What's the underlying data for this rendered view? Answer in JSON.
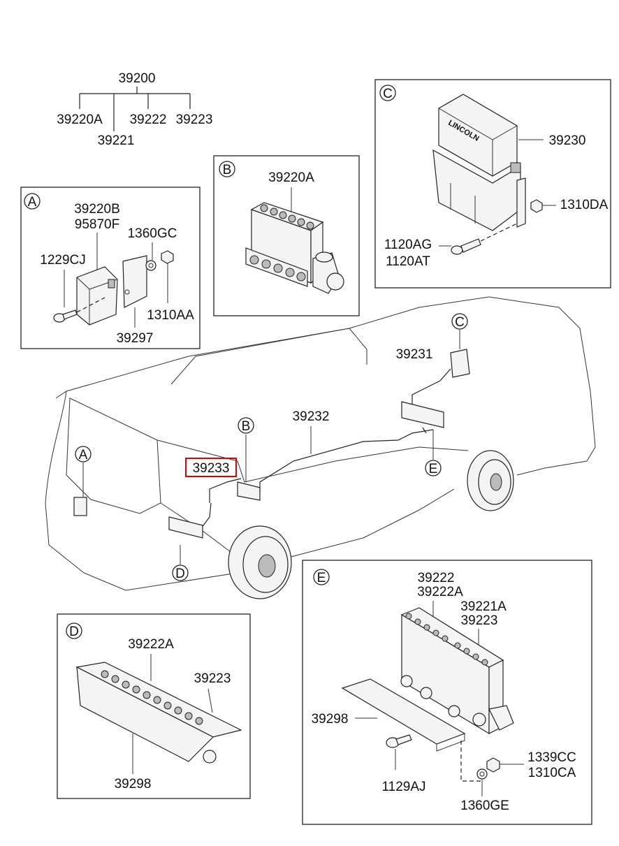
{
  "tree": {
    "root": "39200",
    "children": [
      "39220A",
      "39221",
      "39222",
      "39223"
    ]
  },
  "callouts": {
    "a": "A",
    "b": "B",
    "c": "C",
    "d": "D",
    "e": "E"
  },
  "panel_a": {
    "p1": "39220B",
    "p2": "95870F",
    "p3": "1360GC",
    "p4": "1229CJ",
    "p5": "1310AA",
    "p6": "39297"
  },
  "panel_b": {
    "p1": "39220A"
  },
  "panel_c": {
    "brand": "LINCOLN",
    "p1": "39230",
    "p2": "1310DA",
    "p3": "1120AG",
    "p4": "1120AT"
  },
  "vehicle": {
    "p1": "39231",
    "p2": "39232",
    "p3": "39233"
  },
  "panel_d": {
    "p1": "39222A",
    "p2": "39223",
    "p3": "39298"
  },
  "panel_e": {
    "p1": "39222",
    "p2": "39222A",
    "p3": "39221A",
    "p4": "39223",
    "p5": "39298",
    "p6": "1339CC",
    "p7": "1310CA",
    "p8": "1129AJ",
    "p9": "1360GE"
  },
  "highlight": "39233"
}
